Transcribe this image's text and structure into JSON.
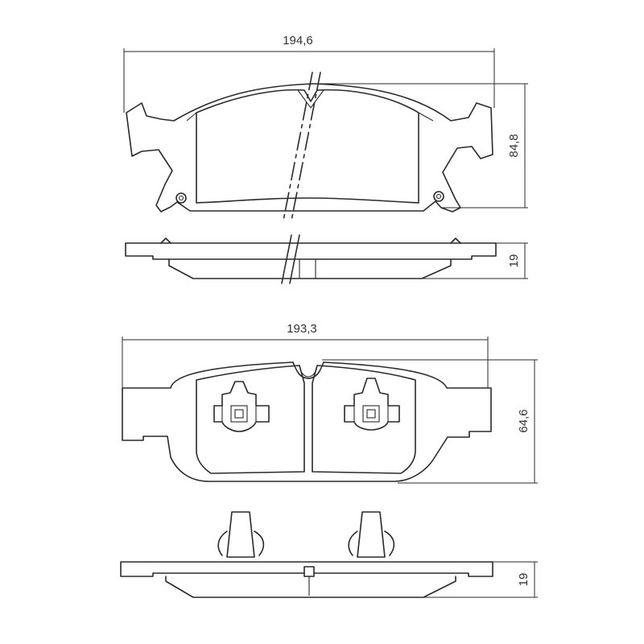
{
  "top_pad": {
    "width_label": "194,6",
    "height_label": "84,8",
    "thickness_label": "19"
  },
  "bottom_pad": {
    "width_label": "193,3",
    "height_label": "64,6",
    "thickness_label": "19"
  }
}
